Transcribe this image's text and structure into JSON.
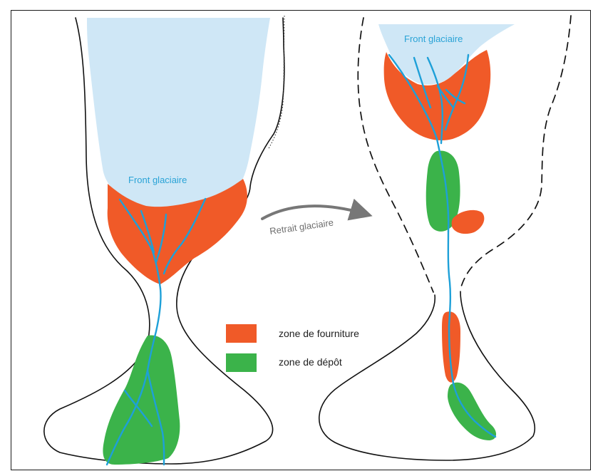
{
  "labels": {
    "front_left": "Front glaciaire",
    "front_right": "Front glaciaire",
    "retreat": "Retrait glaciaire"
  },
  "legend": {
    "supply": {
      "label": "zone de fourniture",
      "color": "#f05a28"
    },
    "deposit": {
      "label": "zone de dépôt",
      "color": "#3bb34a"
    }
  },
  "colors": {
    "ice": "#cfe7f6",
    "river": "#1ea0d8",
    "outline": "#111111",
    "arrow": "#777777"
  }
}
